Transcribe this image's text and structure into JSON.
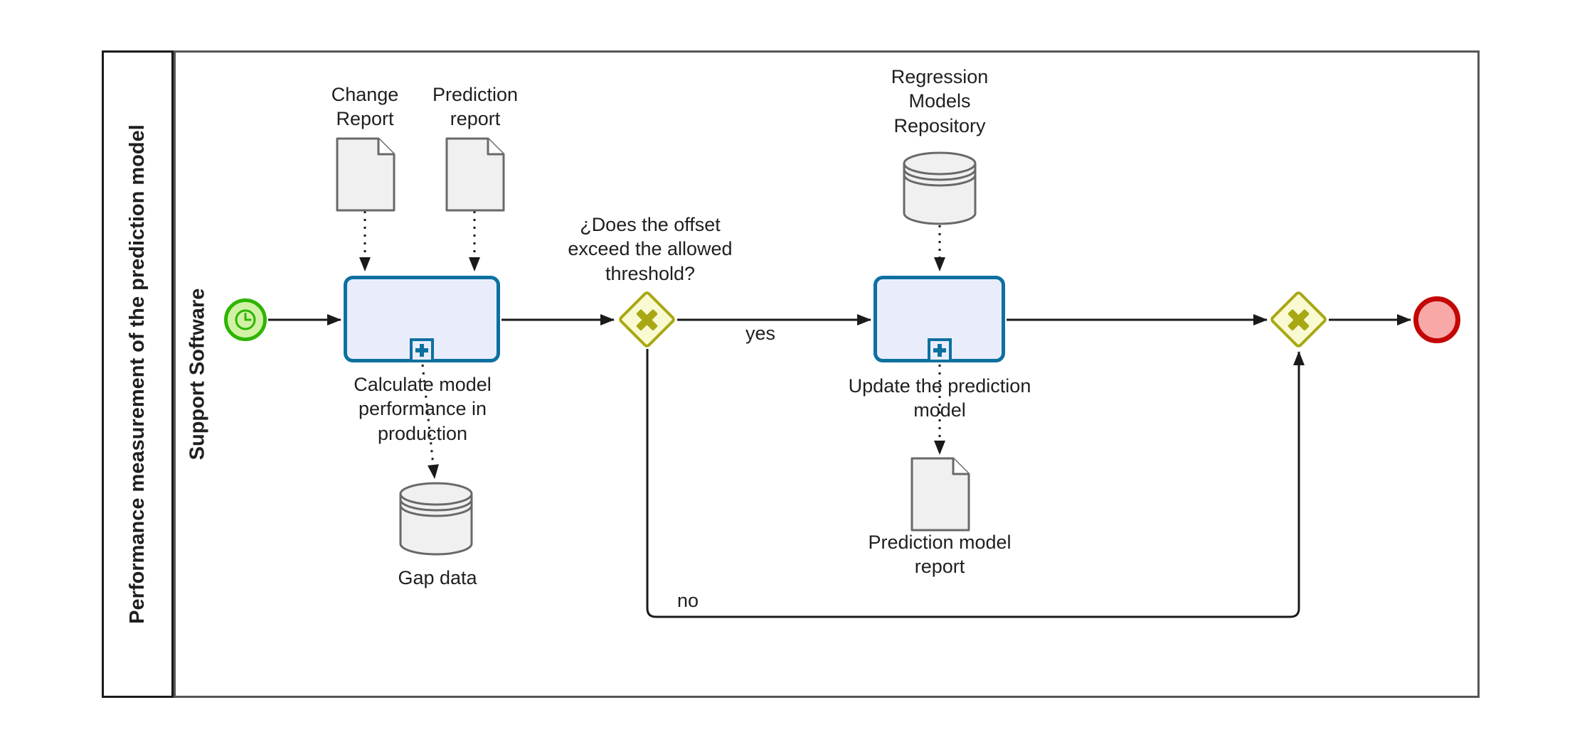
{
  "diagram": {
    "pool": {
      "label": "Performance measurement of the prediction model"
    },
    "lane": {
      "label": "Support Software"
    },
    "nodes": {
      "task_calculate": {
        "label": "Calculate model\nperformance in\nproduction"
      },
      "task_update": {
        "label": "Update the prediction\nmodel"
      },
      "gateway_offset": {
        "question": "¿Does the offset\nexceed the allowed\nthreshold?"
      }
    },
    "artifacts": {
      "change_report": {
        "label": "Change\nReport"
      },
      "prediction_report": {
        "label": "Prediction\nreport"
      },
      "gap_data": {
        "label": "Gap data"
      },
      "regression_repo": {
        "label": "Regression\nModels\nRepository"
      },
      "prediction_model_report": {
        "label": "Prediction model\nreport"
      }
    },
    "flows": {
      "yes_label": "yes",
      "no_label": "no"
    }
  },
  "colors": {
    "text": "#1f1f1f",
    "pool_border": "#1a1a1a",
    "lane_border": "#555555",
    "flow": "#1a1a1a",
    "task_border": "#0d70a0",
    "task_fill": "#e9edfb",
    "start_border": "#2eb500",
    "start_fill": "#d1f2a5",
    "gateway_border": "#a8a815",
    "gateway_fill": "#fafad2",
    "end_border": "#c40606",
    "end_fill": "#f9a8a8",
    "artifact_border": "#696969",
    "artifact_fill": "#f0f0f0"
  }
}
